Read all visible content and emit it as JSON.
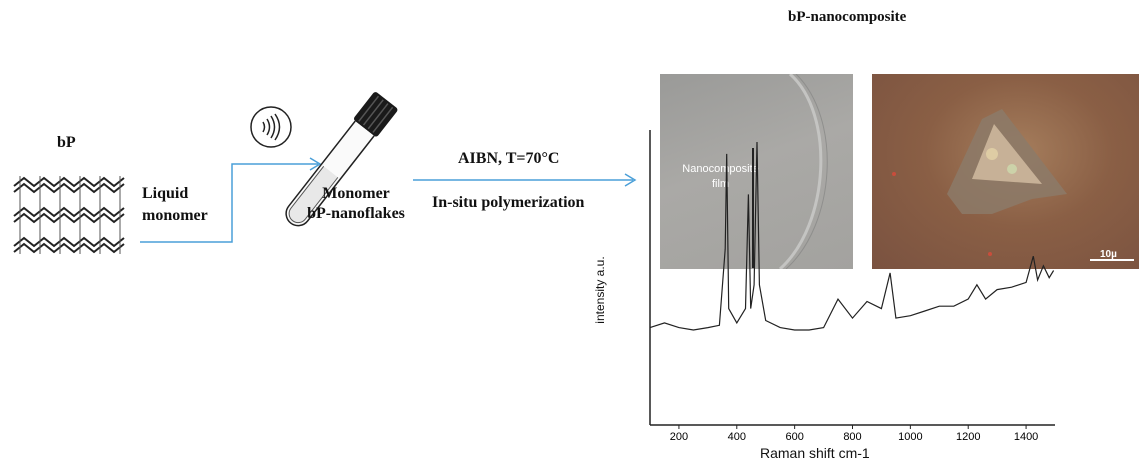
{
  "title": "bP-nanocomposite",
  "labels": {
    "bp": "bP",
    "liquid_monomer": [
      "Liquid",
      "monomer"
    ],
    "monomer_flakes": [
      "Monomer",
      "bP-nanoflakes"
    ],
    "aibn": "AIBN, T=70°C",
    "insitu": "In-situ polymerization"
  },
  "photos": {
    "film_label": [
      "Nanocomposite",
      "film"
    ],
    "scale_bar": "10µ"
  },
  "icons": [
    "ultrasound-icon",
    "test-tube-icon",
    "bp-layers-icon"
  ],
  "colors": {
    "arrow": "#4a9fd8",
    "spectrum": "#222222"
  },
  "chart_data": {
    "type": "line",
    "xlabel": "Raman shift cm-1",
    "ylabel": "intensity a.u.",
    "xlim": [
      100,
      1500
    ],
    "xticks": [
      "200",
      "400",
      "600",
      "800",
      "1000",
      "1200",
      "1400"
    ],
    "series": [
      {
        "values": [
          [
            100,
            0.22
          ],
          [
            150,
            0.24
          ],
          [
            200,
            0.22
          ],
          [
            250,
            0.21
          ],
          [
            300,
            0.22
          ],
          [
            340,
            0.23
          ],
          [
            360,
            0.55
          ],
          [
            365,
            0.95
          ],
          [
            372,
            0.3
          ],
          [
            400,
            0.24
          ],
          [
            430,
            0.3
          ],
          [
            440,
            0.78
          ],
          [
            448,
            0.3
          ],
          [
            460,
            0.4
          ],
          [
            470,
            1.0
          ],
          [
            478,
            0.4
          ],
          [
            500,
            0.25
          ],
          [
            550,
            0.22
          ],
          [
            600,
            0.21
          ],
          [
            650,
            0.21
          ],
          [
            700,
            0.22
          ],
          [
            750,
            0.34
          ],
          [
            800,
            0.26
          ],
          [
            850,
            0.33
          ],
          [
            900,
            0.3
          ],
          [
            930,
            0.45
          ],
          [
            950,
            0.26
          ],
          [
            1000,
            0.27
          ],
          [
            1050,
            0.29
          ],
          [
            1100,
            0.31
          ],
          [
            1150,
            0.31
          ],
          [
            1200,
            0.34
          ],
          [
            1230,
            0.4
          ],
          [
            1260,
            0.34
          ],
          [
            1300,
            0.38
          ],
          [
            1350,
            0.39
          ],
          [
            1400,
            0.41
          ],
          [
            1425,
            0.52
          ],
          [
            1440,
            0.42
          ],
          [
            1460,
            0.48
          ],
          [
            1480,
            0.43
          ],
          [
            1495,
            0.46
          ]
        ]
      }
    ]
  }
}
